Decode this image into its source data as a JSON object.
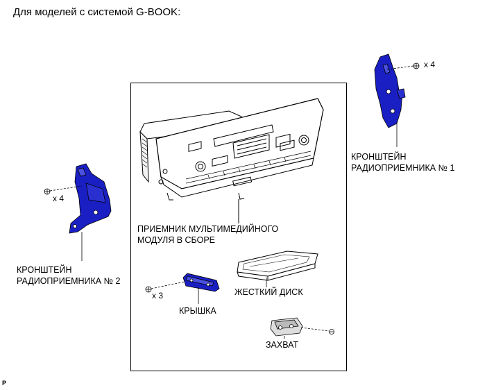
{
  "title": "Для моделей с системой G-BOOK:",
  "labels": {
    "bracket1_line1": "КРОНШТЕЙН",
    "bracket1_line2": "РАДИОПРИЕМНИКА № 1",
    "bracket2_line1": "КРОНШТЕЙН",
    "bracket2_line2": "РАДИОПРИЕМНИКА № 2",
    "receiver_line1": "ПРИЕМНИК МУЛЬТИМЕДИЙНОГО",
    "receiver_line2": "МОДУЛЯ В СБОРЕ",
    "hdd": "ЖЕСТКИЙ ДИСК",
    "cover": "КРЫШКА",
    "clamp": "ЗАХВАТ"
  },
  "quantities": {
    "bracket1_screws": "x 4",
    "bracket2_screws": "x 4",
    "cover_screws": "x 3"
  },
  "corner_mark": "P",
  "colors": {
    "part_highlight": "#1a1fc4",
    "line": "#000000"
  }
}
